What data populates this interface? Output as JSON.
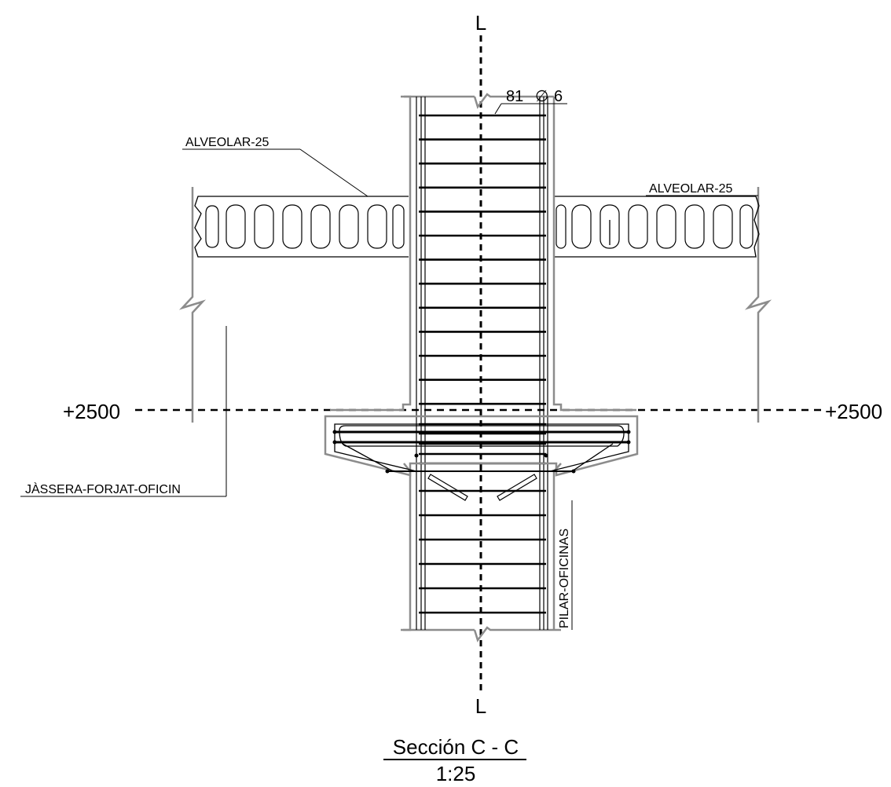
{
  "drawing": {
    "axis_label_top": "L",
    "axis_label_bottom": "L",
    "slab_label_left": "ALVEOLAR-25",
    "slab_label_right": "ALVEOLAR-25",
    "stirrup_label_count": "81",
    "stirrup_label_symbol": "∅",
    "stirrup_label_size": "6",
    "level_left": "+2500",
    "level_right": "+2500",
    "beam_label": "JÀSSERA-FORJAT-OFICIN",
    "column_label": "PILAR-OFICINAS",
    "section_title": "Sección C - C",
    "section_scale": "1:25"
  },
  "colors": {
    "linework": "#000000",
    "secondary_linework": "#8c8c8c"
  }
}
